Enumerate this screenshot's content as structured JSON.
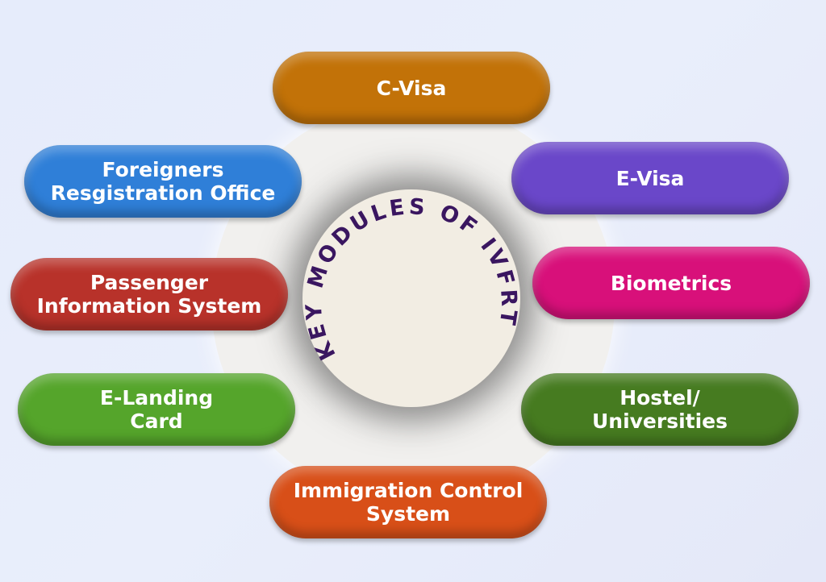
{
  "center": {
    "title": "KEY MODULES OF IVFRT",
    "text_color": "#3a1660"
  },
  "modules": [
    {
      "label": "C-Visa",
      "color": "#c27208"
    },
    {
      "label": "Foreigners\nResgistration Office",
      "color": "#2f7fd8"
    },
    {
      "label": "E-Visa",
      "color": "#6a47c9"
    },
    {
      "label": "Passenger\nInformation System",
      "color": "#b8322a"
    },
    {
      "label": "Biometrics",
      "color": "#d8107a"
    },
    {
      "label": "E-Landing\nCard",
      "color": "#55a52b"
    },
    {
      "label": "Hostel/\nUniversities",
      "color": "#467b20"
    },
    {
      "label": "Immigration Control\nSystem",
      "color": "#d84f18"
    }
  ]
}
